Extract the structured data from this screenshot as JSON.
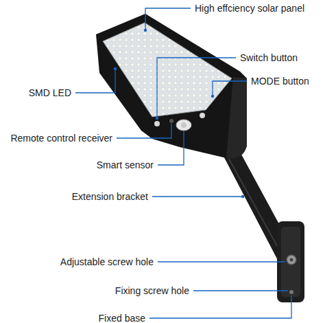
{
  "diagram": {
    "labels": [
      "High effciency solar panel",
      "Switch button",
      "MODE button",
      "SMD LED",
      "Remote control receiver",
      "Smart sensor",
      "Extension bracket",
      "Adjustable screw hole",
      "Fixing screw hole",
      "Fixed base"
    ]
  }
}
